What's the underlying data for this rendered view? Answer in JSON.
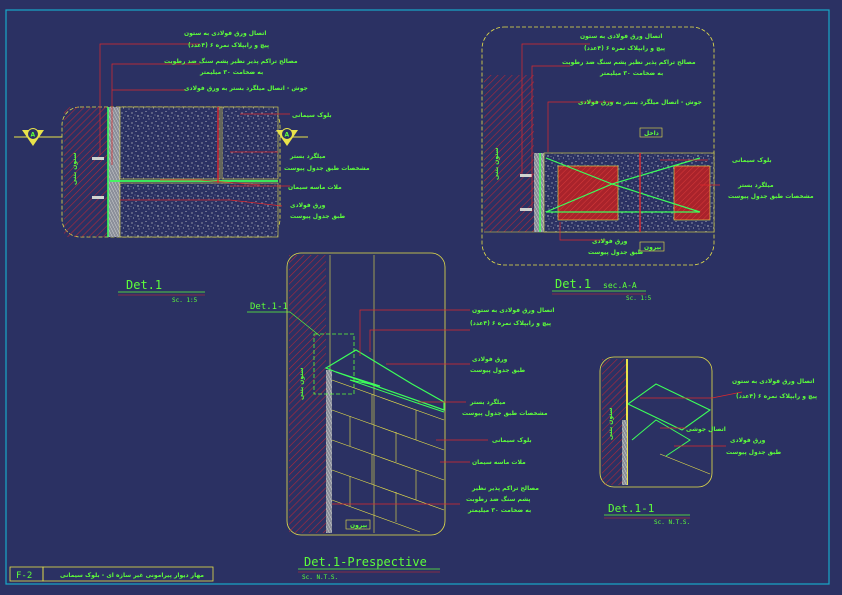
{
  "colors": {
    "background": "#2b3163",
    "frame": "#18a8c9",
    "outline": "#e8e24a",
    "label": "#5dff3a",
    "leader": "#e0282c",
    "concrete": "#cfd3cf",
    "hatch": "#b0283a",
    "brick": "#c1272d",
    "steel": "#3cff5a"
  },
  "det1": {
    "title": "Det.1",
    "scale": "Sc. 1:5",
    "marker_left": "A",
    "marker_right": "A",
    "column_label": "ستون بتنی",
    "labels": {
      "l1": "اتصال ورق فولادی به ستون",
      "l2": "پیچ و رابپلاک نمره ۶ (۴عدد)",
      "l3": "مصالح تراکم پذیر نظیر پشم سنگ ضد رطوبت",
      "l4": "به ضخامت ۳۰ میلیمتر",
      "l5": "جوش - اتصال میلگرد بستر به ورق فولادی",
      "l6": "بلوک سیمانی",
      "l7": "میلگرد بستر",
      "l8": "مشخصات طبق جدول پیوست",
      "l9": "ملات ماسه سیمان",
      "l10": "ورق فولادی",
      "l11": "طبق جدول پیوست"
    }
  },
  "secAA": {
    "title": "Det.1",
    "subtitle": "sec.A-A",
    "scale": "Sc. 1:5",
    "column_label": "ستون بتنی",
    "inside_tag": "داخل",
    "outside_tag": "بیرون",
    "labels": {
      "l1": "اتصال ورق فولادی به ستون",
      "l2": "پیچ و رابپلاک نمره ۶ (۴عدد)",
      "l3": "مصالح تراکم پذیر نظیر پشم سنگ ضد رطوبت",
      "l4": "به ضخامت ۳۰ میلیمتر",
      "l5": "جوش - اتصال میلگرد بستر به ورق فولادی",
      "l6": "بلوک سیمانی",
      "l7": "میلگرد بستر",
      "l8": "مشخصات طبق جدول پیوست",
      "l9": "ورق فولادی",
      "l10": "طبق جدول پیوست"
    }
  },
  "perspective": {
    "title": "Det.1-Prespective",
    "scale": "Sc. N.T.S.",
    "callout": "Det.1-1",
    "column_label": "ستون بتنی",
    "outside_tag": "بیرون",
    "labels": {
      "l1": "اتصال ورق فولادی به ستون",
      "l2": "پیچ و رابپلاک نمره ۶ (۴عدد)",
      "l3": "ورق فولادی",
      "l4": "طبق جدول پیوست",
      "l5": "میلگرد بستر",
      "l6": "مشخصات طبق جدول پیوست",
      "l7": "بلوک سیمانی",
      "l8": "ملات ماسه سیمان",
      "l9": "مصالح تراکم پذیر نظیر",
      "l10": "پشم سنگ ضد رطوبت",
      "l11": "به ضخامت ۳۰ میلیمتر"
    }
  },
  "det11": {
    "title": "Det.1-1",
    "scale": "Sc. N.T.S.",
    "column_label": "ستون بتنی",
    "labels": {
      "l1": "اتصال ورق فولادی به ستون",
      "l2": "پیچ و رابپلاک نمره ۶ (۴عدد)",
      "l3": "اتصال جوشی",
      "l4": "ورق فولادی",
      "l5": "طبق جدول پیوست"
    }
  },
  "titleblock": {
    "code": "F-2",
    "caption": "مهار دیوار پیرامونی غیر سازه ای - بلوک سیمانی"
  }
}
